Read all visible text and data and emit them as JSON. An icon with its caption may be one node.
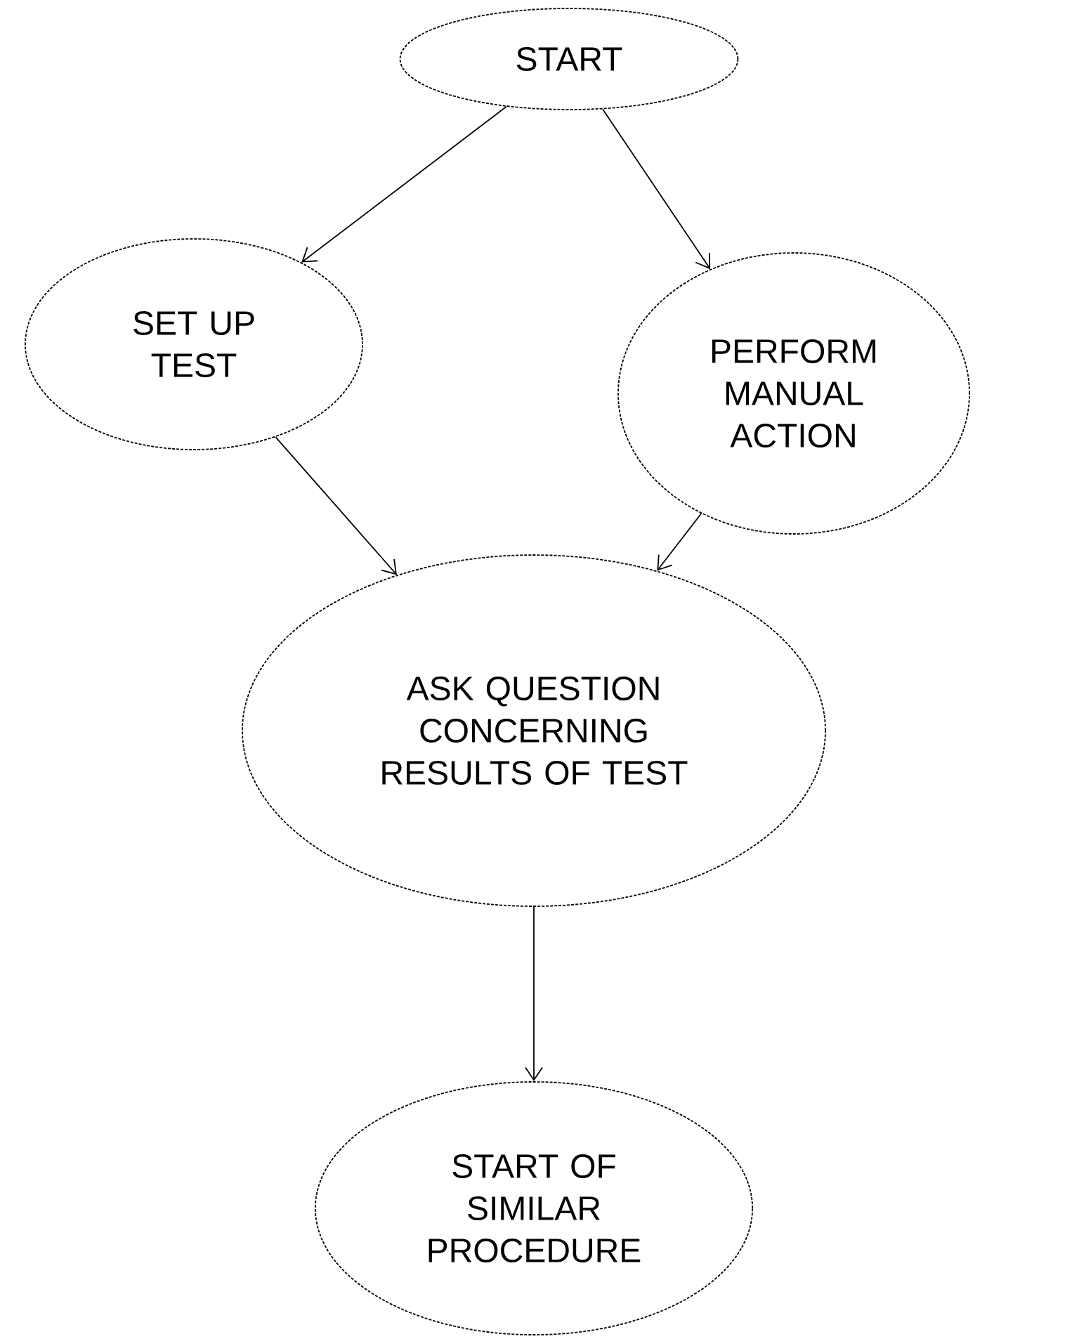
{
  "diagram": {
    "nodes": [
      {
        "text": [
          "START"
        ]
      },
      {
        "text": [
          "SET UP TEST"
        ]
      },
      {
        "text": [
          "PERFORM MANUAL ACTION"
        ]
      },
      {
        "text": [
          "ASK QUESTION CONCERNING RESULTS OF TEST"
        ]
      },
      {
        "text": [
          "START OF SIMILAR PROCEDURE"
        ]
      }
    ],
    "edges": [
      {
        "from": 0,
        "to": 1,
        "arrow": "to"
      },
      {
        "from": 0,
        "to": 2,
        "arrow": "to"
      },
      {
        "from": 1,
        "to": 3,
        "arrow": "to"
      },
      {
        "from": 2,
        "to": 3,
        "arrow": "to"
      },
      {
        "from": 3,
        "to": 4,
        "arrow": "to"
      }
    ]
  }
}
